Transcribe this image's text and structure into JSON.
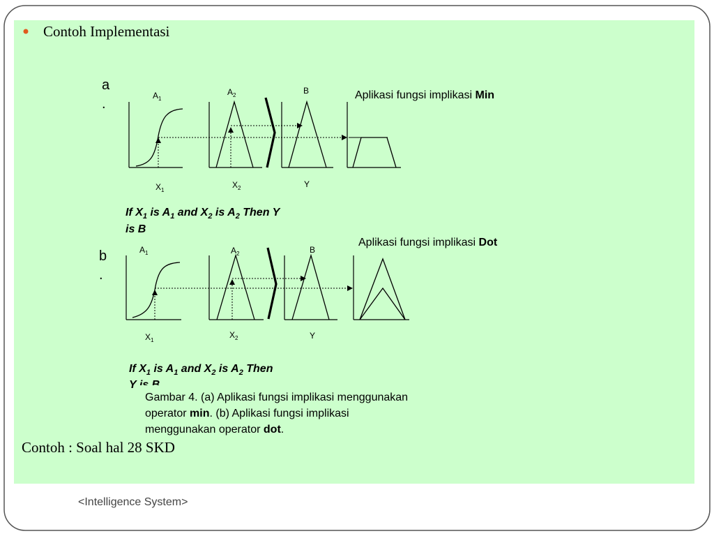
{
  "slide": {
    "heading": "Contoh Implementasi",
    "footer": "<Intelligence System>",
    "example_note": "Contoh : Soal hal 28 SKD",
    "colors": {
      "panel": "#ccffcc",
      "bullet": "#e05a1e",
      "frame": "#555555"
    }
  },
  "part_a": {
    "letter": "a",
    "dot": ".",
    "title_text": "Aplikasi fungsi implikasi ",
    "title_bold": "Min",
    "sets": {
      "a1": "A",
      "a2": "A",
      "b": "B",
      "a1_sub": "1",
      "a2_sub": "2"
    },
    "axes": {
      "x1": "X",
      "x2": "X",
      "y": "Y",
      "x1_sub": "1",
      "x2_sub": "2"
    },
    "rule": {
      "if": "If X",
      "s1": "1",
      "is1": " is A",
      "s2": "1",
      "and": " and X",
      "s3": "2",
      "is2": " is A",
      "s4": "2",
      "then": " Then Y",
      "line2": "is B"
    }
  },
  "part_b": {
    "letter": "b",
    "dot": ".",
    "title_text": "Aplikasi fungsi implikasi ",
    "title_bold": "Dot",
    "sets": {
      "a1": "A",
      "a2": "A",
      "b": "B",
      "a1_sub": "1",
      "a2_sub": "2"
    },
    "axes": {
      "x1": "X",
      "x2": "X",
      "y": "Y",
      "x1_sub": "1",
      "x2_sub": "2"
    },
    "rule": {
      "if": "If X",
      "s1": "1",
      "is1": " is A",
      "s2": "1",
      "and": " and X",
      "s3": "2",
      "is2": " is A",
      "s4": "2",
      "then": " Then",
      "line2": "Y is B"
    }
  },
  "caption": {
    "line1": "Gambar 4.  (a) Aplikasi fungsi implikasi menggunakan",
    "line2_a": "operator ",
    "line2_bold": "min",
    "line2_b": ".  (b)  Aplikasi fungsi implikasi",
    "line3_a": "menggunakan operator ",
    "line3_bold": "dot",
    "line3_b": "."
  }
}
